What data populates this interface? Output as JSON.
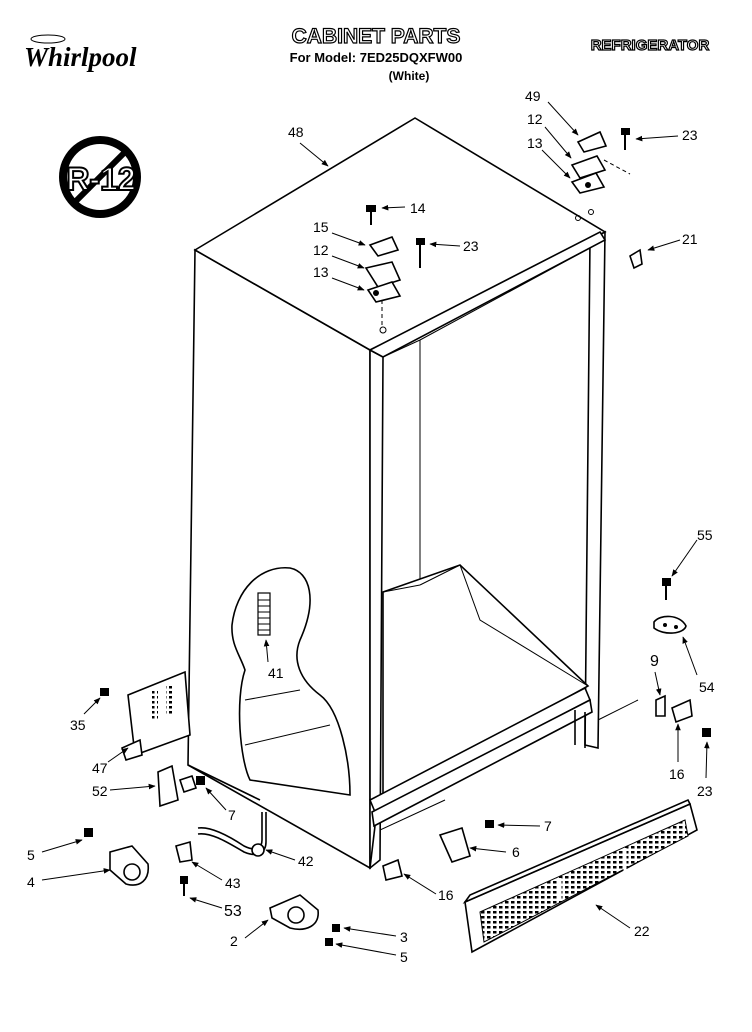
{
  "header": {
    "brand": "Whirlpool",
    "title": "CABINET PARTS",
    "model_line": "For Model: 7ED25DQXFW00",
    "color_line": "(White)",
    "category": "REFRIGERATOR"
  },
  "badge": {
    "text": "R-12"
  },
  "callouts": {
    "c48": "48",
    "c49": "49",
    "c12a": "12",
    "c13a": "13",
    "c23a": "23",
    "c15": "15",
    "c14": "14",
    "c12b": "12",
    "c23b": "23",
    "c13b": "13",
    "c21": "21",
    "c55": "55",
    "c41": "41",
    "c9": "9",
    "c54": "54",
    "c35": "35",
    "c47": "47",
    "c16a": "16",
    "c23c": "23",
    "c52": "52",
    "c7a": "7",
    "c7b": "7",
    "c5a": "5",
    "c6": "6",
    "c4": "4",
    "c42": "42",
    "c43": "43",
    "c16b": "16",
    "c53": "53",
    "c22": "22",
    "c2": "2",
    "c3": "3",
    "c5b": "5"
  }
}
